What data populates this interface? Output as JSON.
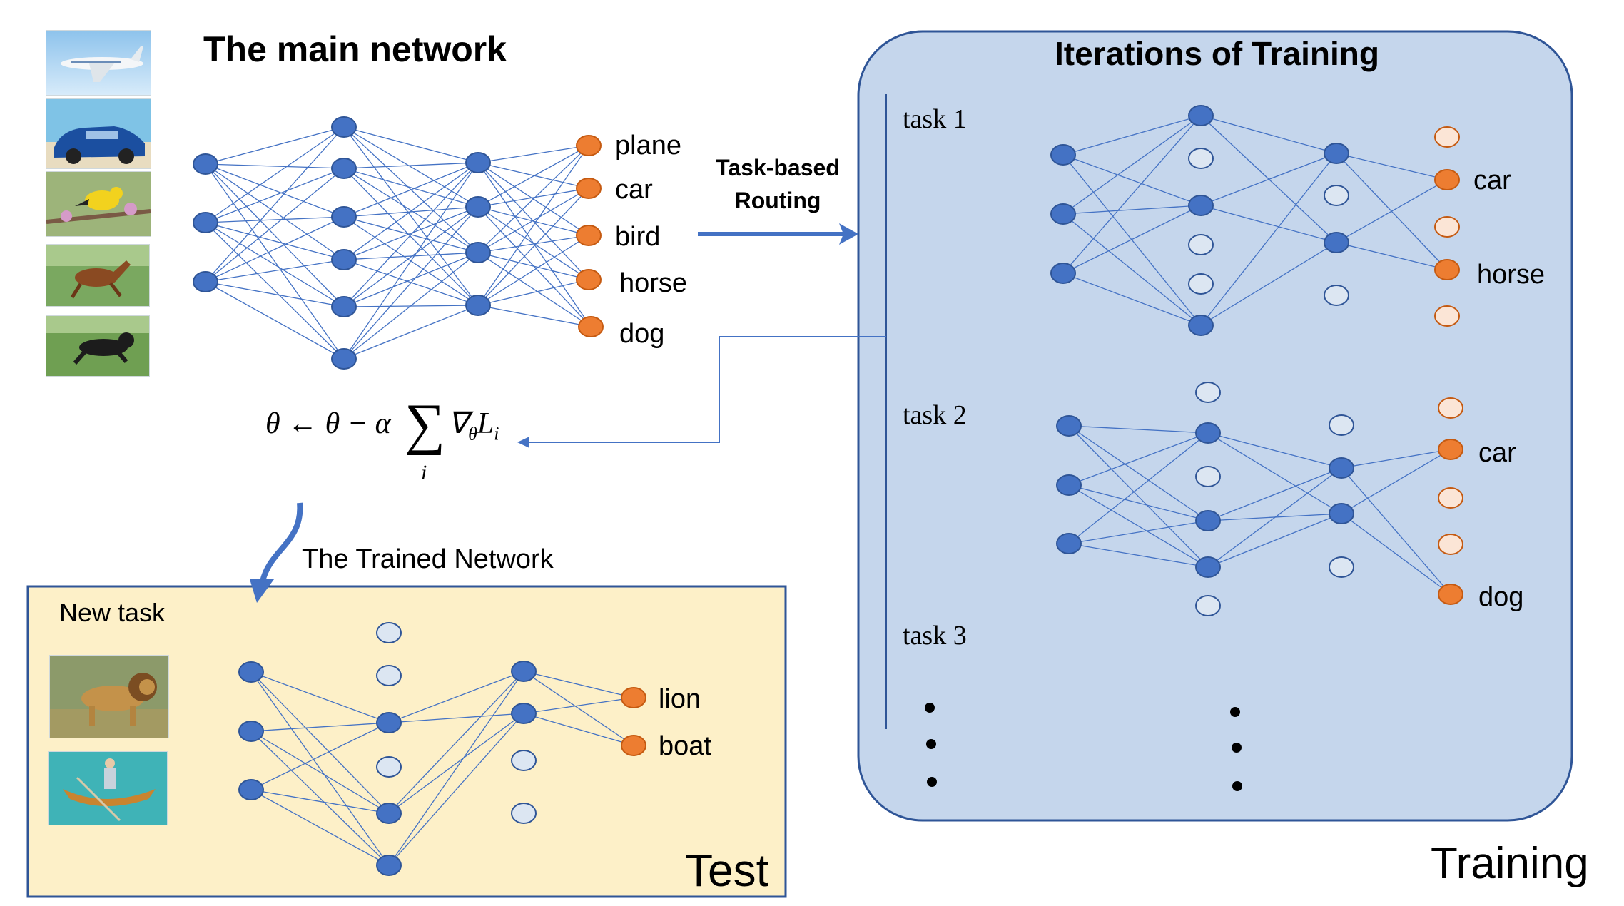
{
  "main_title": "The main network",
  "main_outputs": [
    "plane",
    "car",
    "bird",
    "horse",
    "dog"
  ],
  "routing_label_line1": "Task-based",
  "routing_label_line2": "Routing",
  "update_rule": {
    "lhs": "θ ← θ − α",
    "sum": "∑",
    "sum_index": "i",
    "grad": "∇",
    "grad_sub": "θ",
    "loss": "L",
    "loss_sub": "i"
  },
  "trained_label": "The Trained Network",
  "test_panel": {
    "new_task_label": "New task",
    "outputs": [
      "lion",
      "boat"
    ],
    "corner_label": "Test"
  },
  "training_panel": {
    "title": "Iterations of Training",
    "tasks": [
      {
        "label": "task 1",
        "outputs": [
          "car",
          "horse"
        ]
      },
      {
        "label": "task 2",
        "outputs": [
          "car",
          "dog"
        ]
      },
      {
        "label": "task 3"
      }
    ],
    "corner_label": "Training"
  },
  "images": [
    "plane-photo",
    "car-photo",
    "bird-photo",
    "horse-photo",
    "dog-photo",
    "lion-photo",
    "boat-photo"
  ],
  "colors": {
    "node_active": "#4472c4",
    "node_inactive": "#dce6f2",
    "output_active": "#ed7d31",
    "output_inactive": "#fbe5d6",
    "edge": "#4472c4",
    "training_bg": "#c5d6ec",
    "test_bg": "#fdf0c8"
  }
}
